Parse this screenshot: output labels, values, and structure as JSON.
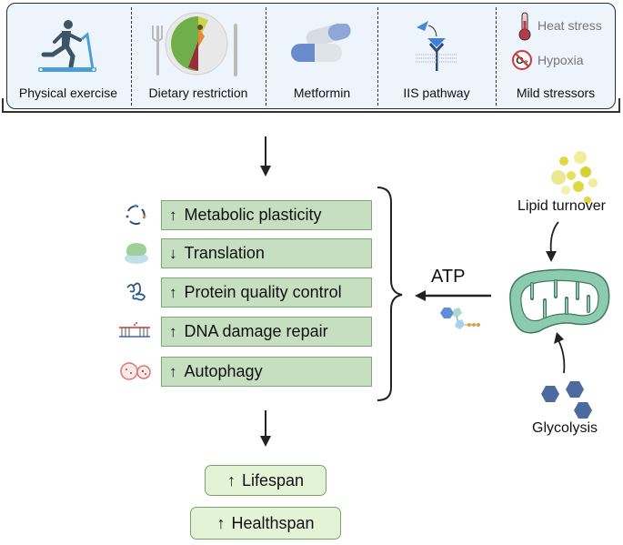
{
  "interventions": [
    {
      "label": "Physical exercise",
      "icon": "treadmill-runner-icon"
    },
    {
      "label": "Dietary restriction",
      "icon": "plate-icon"
    },
    {
      "label": "Metformin",
      "icon": "pill-capsule-icon"
    },
    {
      "label": "IIS pathway",
      "icon": "receptor-icon"
    },
    {
      "label": "Mild stressors",
      "icon": "stressors-icon"
    }
  ],
  "stressors": [
    {
      "label": "Heat stress",
      "icon": "thermometer-icon"
    },
    {
      "label": "Hypoxia",
      "icon": "no-oxygen-icon"
    }
  ],
  "effects": [
    {
      "direction": "↑",
      "label": "Metabolic plasticity",
      "icon": "metabolic-cycle-icon"
    },
    {
      "direction": "↓",
      "label": "Translation",
      "icon": "ribosome-icon"
    },
    {
      "direction": "↑",
      "label": "Protein quality control",
      "icon": "protein-icon"
    },
    {
      "direction": "↑",
      "label": "DNA damage repair",
      "icon": "dna-icon"
    },
    {
      "direction": "↑",
      "label": "Autophagy",
      "icon": "autophagy-icon"
    }
  ],
  "energy": {
    "atp_label": "ATP",
    "lipid_label": "Lipid turnover",
    "glycolysis_label": "Glycolysis"
  },
  "outcomes": [
    {
      "direction": "↑",
      "label": "Lifespan"
    },
    {
      "direction": "↑",
      "label": "Healthspan"
    }
  ],
  "colors": {
    "effect_fill": "#c6dfc0",
    "outcome_fill": "#e3f4d6",
    "mito_fill": "#8ccbb0",
    "panel_fill": "#eef4fb"
  }
}
